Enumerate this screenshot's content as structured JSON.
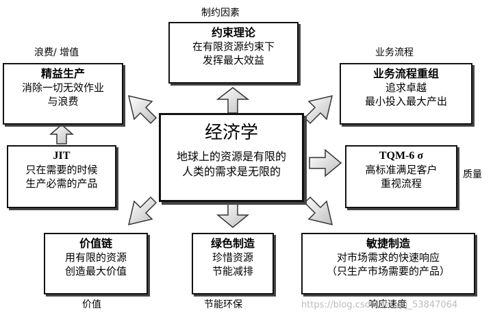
{
  "nodes": {
    "center": {
      "title": "经济学",
      "body": "地球上的资源是有限的\n人类的需求是无限的"
    },
    "constraint": {
      "title": "约束理论",
      "body": "在有限资源约束下\n发挥最大效益"
    },
    "lean": {
      "title": "精益生产",
      "body": "消除一切无效作业\n与浪费"
    },
    "jit": {
      "title": "JIT",
      "body": "只在需要的时候\n生产必需的产品"
    },
    "reengineering": {
      "title": "业务流程重组",
      "body": "追求卓越\n最小投入最大产出"
    },
    "tqm": {
      "title": "TQM-6 σ",
      "body": "高标准满足客户\n重视流程"
    },
    "value_chain": {
      "title": "价值链",
      "body": "用有限的资源\n创造最大价值"
    },
    "green": {
      "title": "绿色制造",
      "body": "珍惜资源\n节能减排"
    },
    "agile": {
      "title": "敏捷制造",
      "body": "对市场需求的快速响应\n（只生产市场需要的产品）"
    }
  },
  "labels": {
    "constraint": "制约因素",
    "lean": "浪费/ 增值",
    "reengineering": "业务流程",
    "tqm": "质量",
    "value_chain": "价值",
    "green": "节能环保",
    "agile": "响应速度"
  },
  "watermark": "https://blog.csdn.net/qq_53847064"
}
